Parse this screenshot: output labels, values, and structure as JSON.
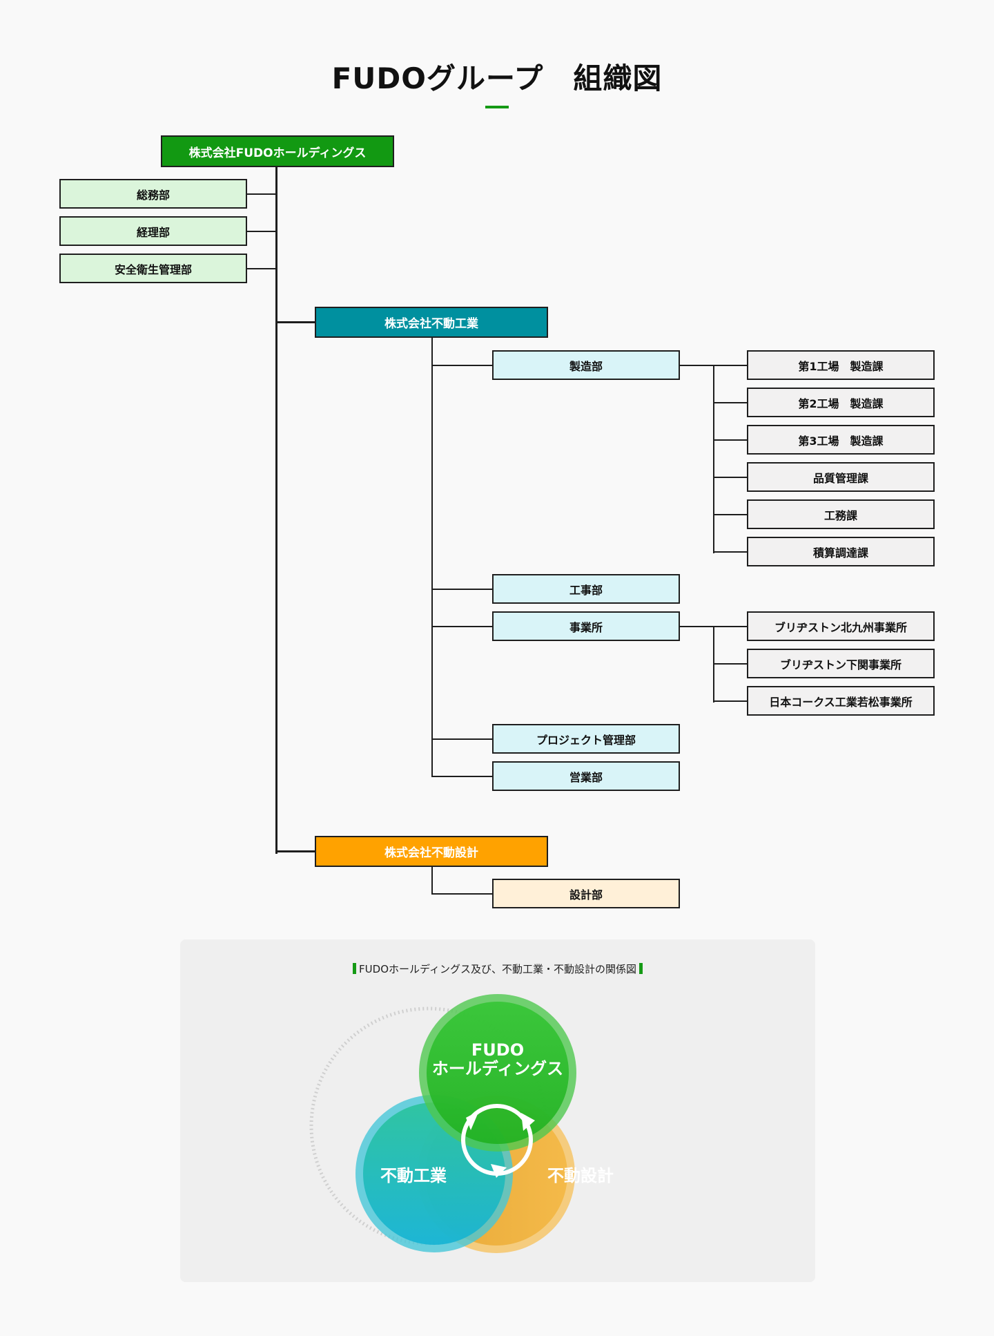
{
  "page": {
    "title": "FUDOグループ　組織図"
  },
  "org_chart": {
    "holdings": {
      "name": "株式会社FUDOホールディングス",
      "departments": [
        "総務部",
        "経理部",
        "安全衛生管理部"
      ]
    },
    "fudo_kogyo": {
      "name": "株式会社不動工業",
      "departments": [
        {
          "name": "製造部",
          "sections": [
            "第1工場　製造課",
            "第2工場　製造課",
            "第3工場　製造課",
            "品質管理課",
            "工務課",
            "積算調達課"
          ]
        },
        {
          "name": "工事部",
          "sections": []
        },
        {
          "name": "事業所",
          "sections": [
            "ブリヂストン北九州事業所",
            "ブリヂストン下関事業所",
            "日本コークス工業若松事業所"
          ]
        },
        {
          "name": "プロジェクト管理部",
          "sections": []
        },
        {
          "name": "営業部",
          "sections": []
        }
      ]
    },
    "fudo_sekkei": {
      "name": "株式会社不動設計",
      "departments": [
        "設計部"
      ]
    }
  },
  "relation": {
    "caption": "FUDOホールディングス及び、不動工業・不動設計の関係図",
    "circles": {
      "holdings_line1": "FUDO",
      "holdings_line2": "ホールディングス",
      "kogyo": "不動工業",
      "sekkei": "不動設計"
    }
  },
  "colors": {
    "holdings": "#129912",
    "fudo_kogyo": "#00909f",
    "fudo_sekkei": "#ffa200",
    "accent_rule": "#159a15"
  }
}
